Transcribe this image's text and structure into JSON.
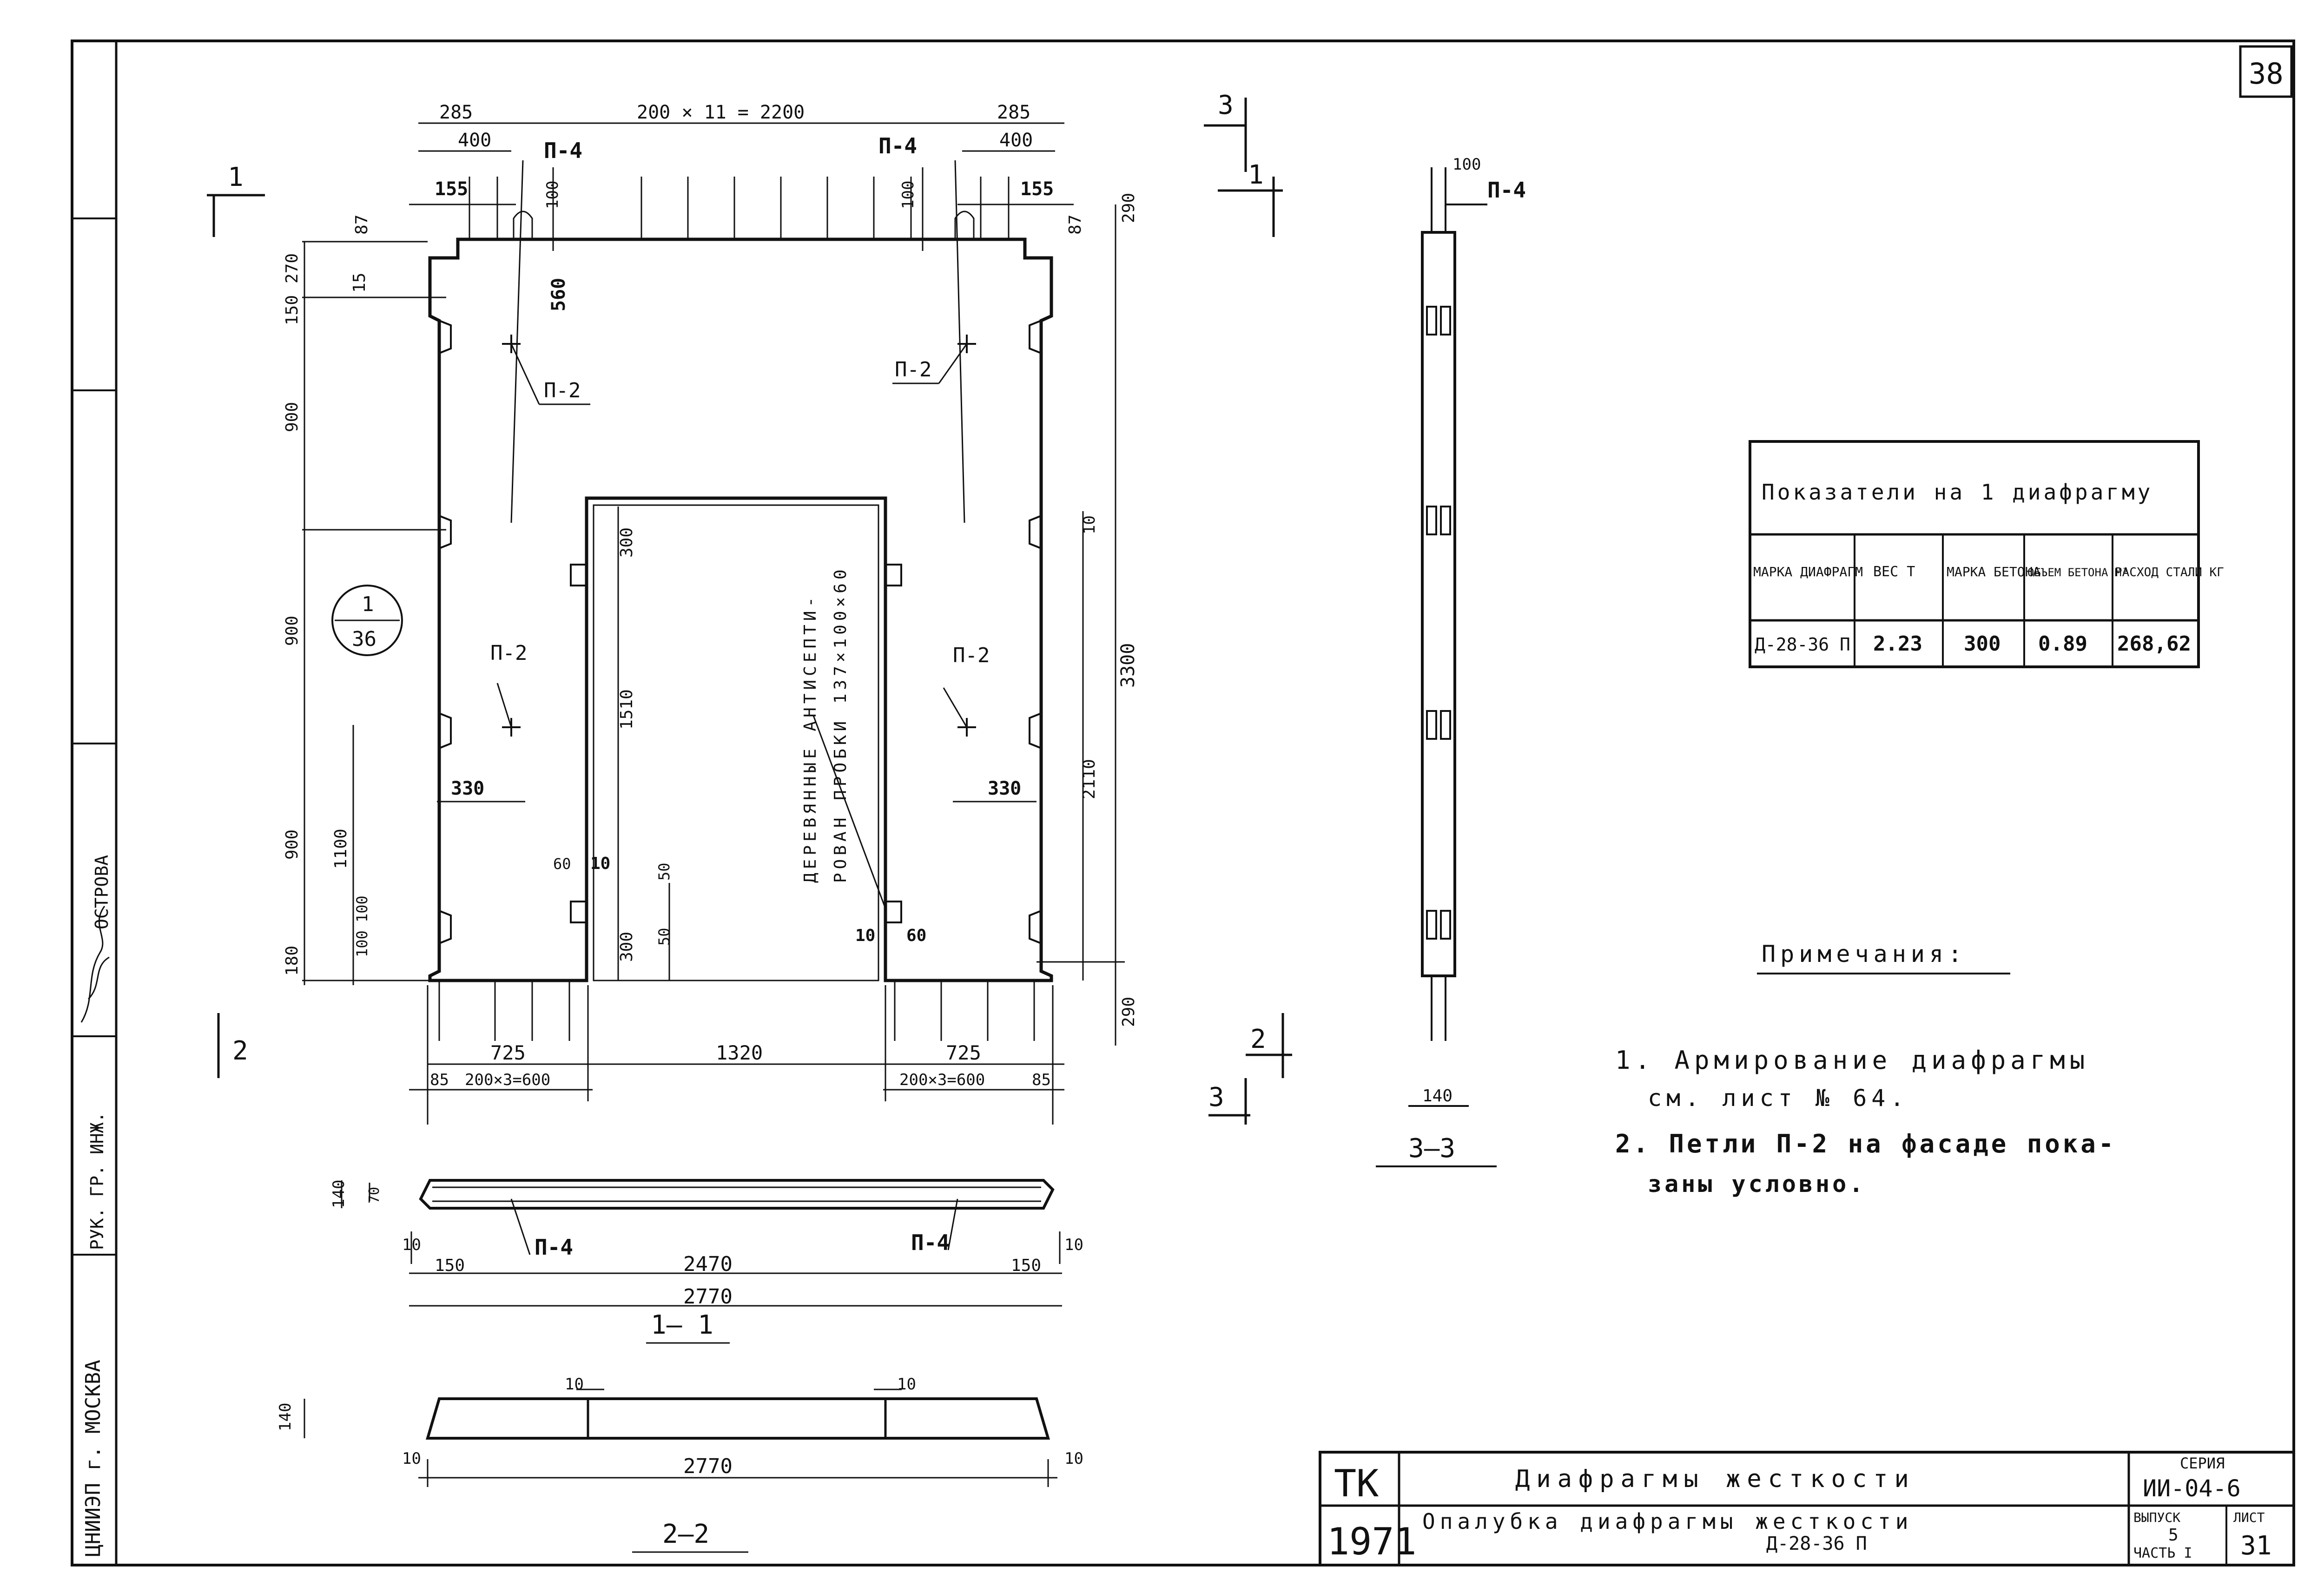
{
  "sheet": {
    "page_number": "38"
  },
  "elevation": {
    "top_dims": {
      "left_edge": "285",
      "spacing": "200 × 11 = 2200",
      "right_edge": "285",
      "left_400": "400",
      "right_400": "400",
      "left_155": "155",
      "right_155": "155",
      "loop_100_left": "100",
      "loop_100_right": "100",
      "d87_left": "87",
      "d87_right": "87",
      "d290_top": "290",
      "d560": "560"
    },
    "left_dims": {
      "d270": "270",
      "d15": "15",
      "d150": "150",
      "d900_a": "900",
      "d900_b": "900",
      "d900_c": "900",
      "d1100": "1100",
      "d100_a": "100",
      "d100_b": "100",
      "d180": "180"
    },
    "right_dims": {
      "d3300": "3300",
      "d10": "10",
      "d2110": "2110",
      "d290_bottom": "290"
    },
    "opening_dims": {
      "d300_top": "300",
      "d1510": "1510",
      "d300_bottom": "300",
      "d50_a": "50",
      "d50_b": "50",
      "d60_left": "60",
      "d10_left": "10",
      "d10_right": "10",
      "d60_right": "60",
      "d330_left": "330",
      "d330_right": "330"
    },
    "bottom_dims": {
      "d725_left": "725",
      "d1320": "1320",
      "d725_right": "725",
      "d85_left": "85",
      "spacing_left": "200×3=600",
      "spacing_right": "200×3=600",
      "d85_right": "85"
    },
    "labels": {
      "p4_left": "П-4",
      "p4_right": "П-4",
      "p2_top_left": "П-2",
      "p2_top_right": "П-2",
      "p2_mid_left": "П-2",
      "p2_mid_right": "П-2",
      "wooden_plugs_line1": "ДЕРЕВЯННЫЕ АНТИСЕПТИ-",
      "wooden_plugs_line2": "РОВАН ПРОБКИ 137×100×60",
      "node_top": "1",
      "node_bottom": "36"
    },
    "cut_marks": {
      "cut1_left": "1",
      "cut1_right": "1",
      "cut2_left": "2",
      "cut2_right": "2",
      "cut3_top": "3",
      "cut3_bottom": "3"
    }
  },
  "section_3_3": {
    "title": "3–3",
    "d100": "100",
    "p4": "П-4",
    "d140": "140"
  },
  "section_1_1": {
    "title": "1– 1",
    "d140": "140",
    "d70": "70",
    "d10_left": "10",
    "d10_right": "10",
    "d150_left": "150",
    "d150_right": "150",
    "d2470": "2470",
    "d2770": "2770",
    "p4_left": "П-4",
    "p4_right": "П-4"
  },
  "section_2_2": {
    "title": "2–2",
    "d140": "140",
    "d10_top_left": "10",
    "d10_top_right": "10",
    "d10_left": "10",
    "d10_right": "10",
    "d2770": "2770"
  },
  "indicators_table": {
    "title": "Показатели на 1 диафрагму",
    "headers": [
      "МАРКА ДИАФРАГМ",
      "ВЕС Т",
      "МАРКА БЕТОНА",
      "ОБЪЕМ БЕТОНА М³",
      "РАСХОД СТАЛИ КГ"
    ],
    "row": [
      "Д-28-36 П",
      "2.23",
      "300",
      "0.89",
      "268,62"
    ]
  },
  "notes": {
    "title": "Примечания:",
    "item1_line1": "1. Армирование диафрагмы",
    "item1_line2": "см. лист № 64.",
    "item2_line1": "2. Петли П-2 на фасаде пока-",
    "item2_line2": "заны условно."
  },
  "title_block": {
    "tk": "ТК",
    "year": "1971",
    "title_main": "Диафрагмы жесткости",
    "title_sub_line1": "Опалубка диафрагмы жесткости",
    "title_sub_line2": "Д-28-36 П",
    "series_label": "СЕРИЯ",
    "series_value": "ИИ-04-6",
    "issue_label": "ВЫПУСК",
    "issue_value": "5",
    "part_label": "ЧАСТЬ I",
    "sheet_label": "ЛИСТ",
    "sheet_value": "31"
  },
  "side_stamp": {
    "org": "ЦНИИЭП г. МОСКВА",
    "role1": "РУК. ГР. ИНЖ.",
    "role2": "ОСТРОВА"
  }
}
